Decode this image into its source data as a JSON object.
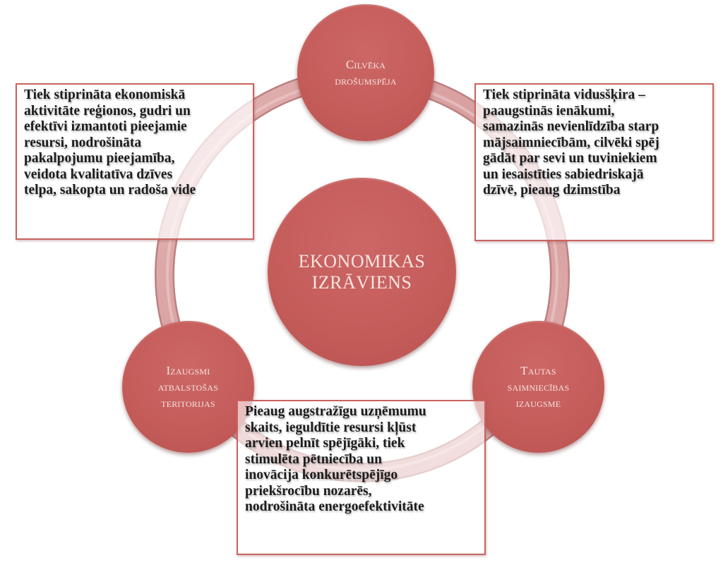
{
  "diagram": {
    "center": {
      "label": "EKONOMIKAS\nIZRĀVIENS"
    },
    "nodes": [
      {
        "position": "top",
        "label": "Cilvēka\ndrošumspēja"
      },
      {
        "position": "left",
        "label": "Izaugsmi\natbalstošas\nteritorijas"
      },
      {
        "position": "right",
        "label": "Tautas\nsaimniecības\nizaugsme"
      }
    ],
    "textboxes": {
      "left": {
        "lines": [
          "Tiek stiprināta ekonomiskā",
          "aktivitāte reģionos, gudri un",
          "efektīvi izmantoti pieejamie",
          "resursi, nodrošināta",
          "pakalpojumu pieejamība,",
          "veidota kvalitatīva dzīves",
          "telpa, sakopta un radoša vide"
        ]
      },
      "right": {
        "lines": [
          "Tiek stiprināta vidusšķira –",
          "paaugstinās ienākumi,",
          "samazinās nevienlīdzība starp",
          "mājsaimniecībām, cilvēki spēj",
          "gādāt par sevi un tuviniekiem",
          "un iesaistīties sabiedriskajā",
          "dzīvē, pieaug dzimstība"
        ]
      },
      "bottom": {
        "lines": [
          "Pieaug augstražīgu uzņēmumu",
          "skaits, ieguldītie resursi kļūst",
          "arvien pelnīt spējīgāki, tiek",
          "stimulēta pētniecība un",
          "inovācija konkurētspējīgo",
          "priekšrocību nozarēs,",
          "nodrošināta energoefektivitāte"
        ]
      }
    },
    "colors": {
      "node_fill": "#c45c5a",
      "node_text": "#f6e4e2",
      "ring_fill": "#dba6a6",
      "ring_edge": "#b46c6c",
      "box_border": "#c8635f",
      "box_text": "#1c1c1c"
    }
  }
}
